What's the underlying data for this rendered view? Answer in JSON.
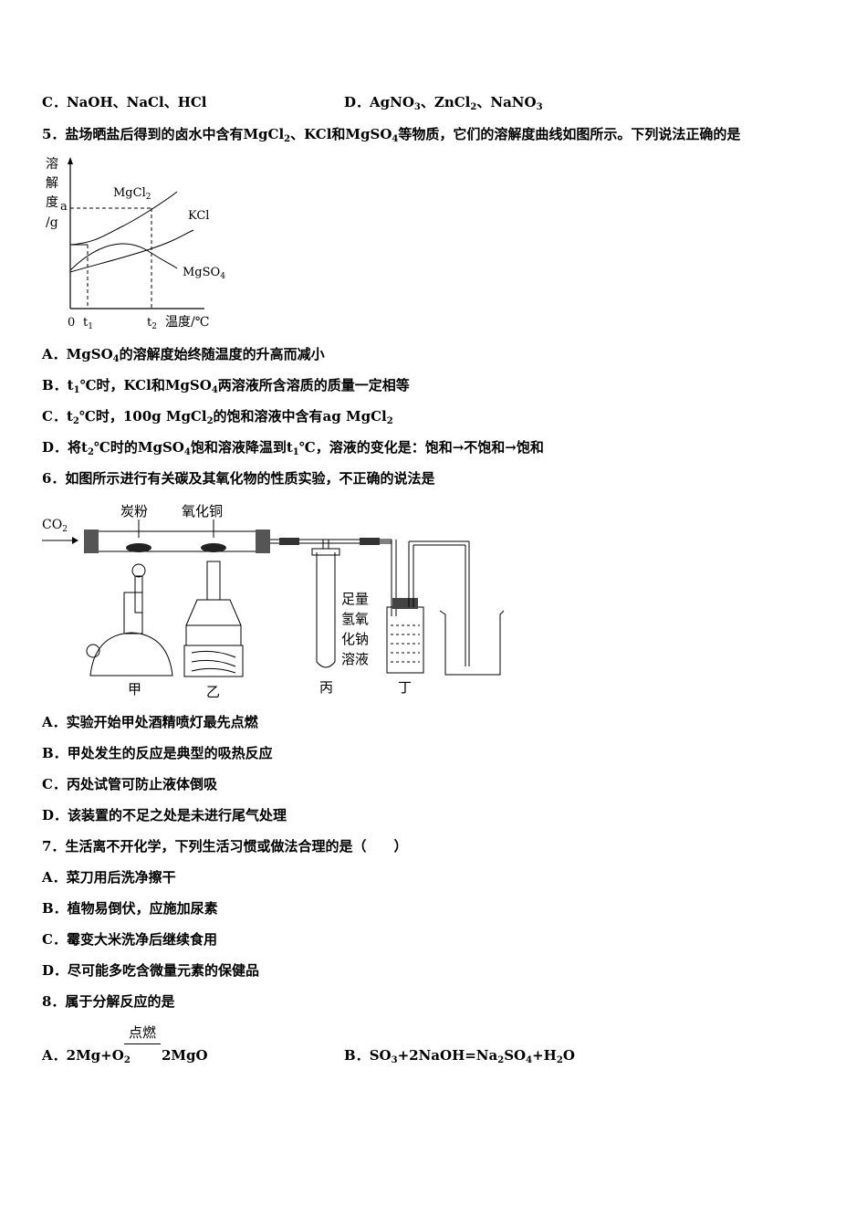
{
  "q4": {
    "optC": {
      "label": "C．",
      "text": "NaOH、NaCl、HCl"
    },
    "optD": {
      "label": "D．",
      "parts": [
        "AgNO",
        "3",
        "、ZnCl",
        "2",
        "、NaNO",
        "3"
      ]
    }
  },
  "q5": {
    "stem_parts": [
      "5．盐场晒盐后得到的卤水中含有MgCl",
      "2",
      "、KCl和MgSO",
      "4",
      "等物质，它们的溶解度曲线如图所示。下列说法正确的是"
    ],
    "graph": {
      "ylabel_chars": [
        "溶",
        "解",
        "度",
        "/g"
      ],
      "a_label": "a",
      "origin": "0",
      "t1": "t",
      "t1_sub": "1",
      "t2": "t",
      "t2_sub": "2",
      "xlabel": "温度/℃",
      "mgcl2": "MgCl",
      "mgcl2_sub": "2",
      "kcl": "KCl",
      "mgso4": "MgSO",
      "mgso4_sub": "4"
    },
    "optA": [
      "A．MgSO",
      "4",
      "的溶解度始终随温度的升高而减小"
    ],
    "optB": [
      "B．t",
      "1",
      "℃时，KCl和MgSO",
      "4",
      "两溶液所含溶质的质量一定相等"
    ],
    "optC": [
      "C．t",
      "2",
      "℃时，100g MgCl",
      "2",
      "的饱和溶液中含有ag MgCl",
      "2"
    ],
    "optD": [
      "D．将t",
      "2",
      "℃时的MgSO",
      "4",
      "饱和溶液降温到t",
      "1",
      "℃，溶液的变化是：饱和→不饱和→饱和"
    ]
  },
  "q6": {
    "stem": "6．如图所示进行有关碳及其氧化物的性质实验，不正确的说法是",
    "figure": {
      "co2": "CO",
      "co2_sub": "2",
      "carbon": "炭粉",
      "cuo": "氧化铜",
      "naoh": [
        "足量",
        "氢氧",
        "化钠",
        "溶液"
      ],
      "jia": "甲",
      "yi": "乙",
      "bing": "丙",
      "ding": "丁"
    },
    "options": [
      "A．实验开始甲处酒精喷灯最先点燃",
      "B．甲处发生的反应是典型的吸热反应",
      "C．丙处试管可防止液体倒吸",
      "D．该装置的不足之处是未进行尾气处理"
    ]
  },
  "q7": {
    "stem": "7．生活离不开化学，下列生活习惯或做法合理的是（　　）",
    "options": [
      "A．菜刀用后洗净擦干",
      "B．植物易倒伏，应施加尿素",
      "C．霉变大米洗净后继续食用",
      "D．尽可能多吃含微量元素的保健品"
    ]
  },
  "q8": {
    "stem": "8．属于分解反应的是",
    "optA": {
      "label": "A．",
      "left": "2Mg+O",
      "left_sub": "2",
      "condition": "点燃",
      "right": "2MgO"
    },
    "optB": {
      "label": "B．",
      "parts": [
        "SO",
        "3",
        "+2NaOH=Na",
        "2",
        "SO",
        "4",
        "+H",
        "2",
        "O"
      ]
    }
  }
}
